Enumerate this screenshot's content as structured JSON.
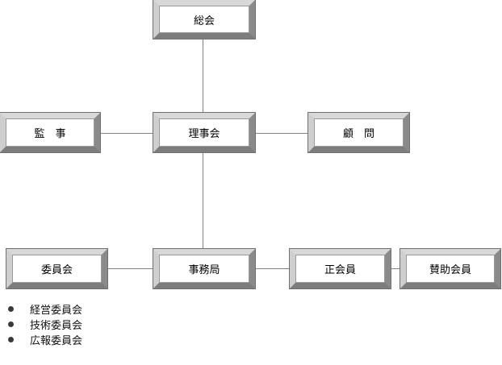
{
  "nodes": {
    "general_meeting": "総会",
    "board": "理事会",
    "auditor": "監　事",
    "advisor": "顧　問",
    "committee": "委員会",
    "secretariat": "事務局",
    "regular_member": "正会員",
    "supporting_member": "賛助会員"
  },
  "committees": [
    "経営委員会",
    "技術委員会",
    "広報委員会"
  ]
}
